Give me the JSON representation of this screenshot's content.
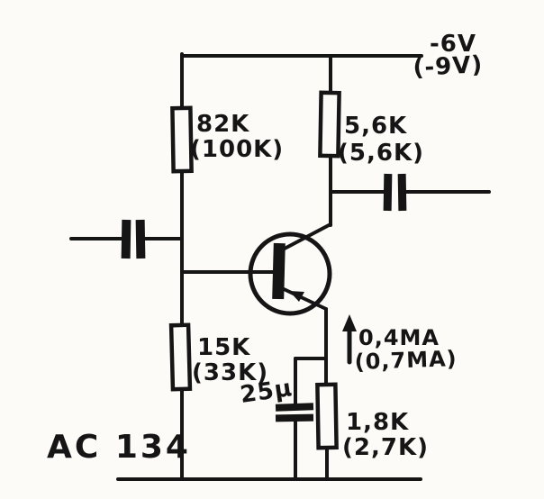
{
  "colors": {
    "ink": "#151515",
    "paper": "#fcfbf8"
  },
  "schematic": {
    "device_label": "AC 134",
    "supply_rail": {
      "primary": "-6V",
      "alternate": "(-9V)"
    },
    "resistors": {
      "upper_bias": {
        "primary": "82K",
        "alternate": "(100K)"
      },
      "collector": {
        "primary": "5,6K",
        "alternate": "(5,6K)"
      },
      "lower_bias": {
        "primary": "15K",
        "alternate": "(33K)"
      },
      "emitter": {
        "primary": "1,8K",
        "alternate": "(2,7K)"
      }
    },
    "capacitors": {
      "emitter_bypass": {
        "value": "25μ"
      }
    },
    "emitter_current": {
      "primary": "0,4MA",
      "alternate": "(0,7MA)"
    }
  }
}
